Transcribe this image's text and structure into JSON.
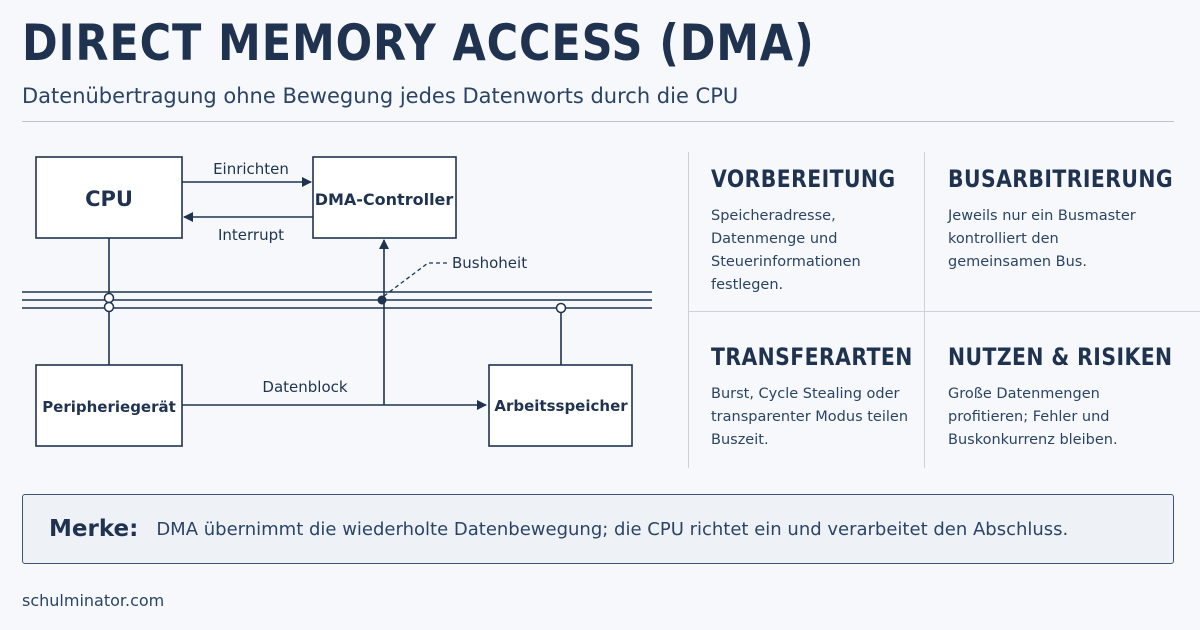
{
  "header": {
    "title": "DIRECT MEMORY ACCESS (DMA)",
    "subtitle": "Datenübertragung ohne Bewegung jedes Datenworts durch die CPU"
  },
  "diagram": {
    "boxes": {
      "cpu": "CPU",
      "dma_controller": "DMA-Controller",
      "peripheral": "Peripheriegerät",
      "memory": "Arbeitsspeicher"
    },
    "labels": {
      "setup": "Einrichten",
      "interrupt": "Interrupt",
      "bus_ownership": "Bushoheit",
      "data_block": "Datenblock"
    }
  },
  "cards": [
    {
      "heading": "VORBEREITUNG",
      "text": "Speicheradresse, Datenmenge und Steuerinformationen festlegen."
    },
    {
      "heading": "BUSARBITRIERUNG",
      "text": "Jeweils nur ein Busmaster kontrolliert den gemeinsamen Bus."
    },
    {
      "heading": "TRANSFERARTEN",
      "text": "Burst, Cycle Stealing oder transparenter Modus teilen Buszeit."
    },
    {
      "heading": "NUTZEN & RISIKEN",
      "text": "Große Datenmengen profitieren; Fehler und Buskonkurrenz bleiben."
    }
  ],
  "note": {
    "label": "Merke:",
    "text": "DMA übernimmt die wiederholte Datenbewegung; die CPU richtet ein und verarbeitet den Abschluss."
  },
  "footer": {
    "site": "schulminator.com"
  },
  "colors": {
    "ink": "#1f3350",
    "background": "#f6f8fb",
    "note_background": "#eef2f7"
  }
}
